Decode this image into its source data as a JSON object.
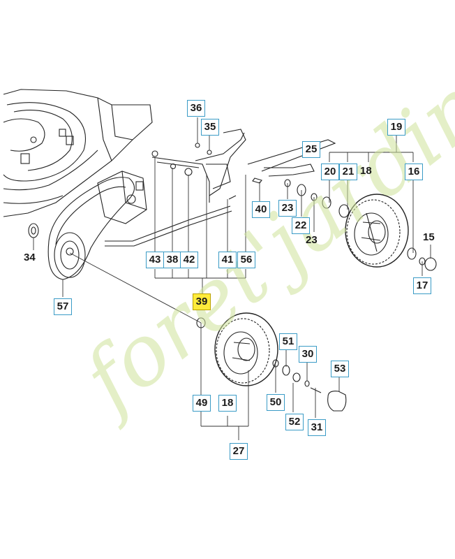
{
  "diagram": {
    "watermark": "foret'jardin.com",
    "colors": {
      "label_border": "#3a9bc6",
      "highlight": "#ffeb3b",
      "watermark": "#cfe39b"
    },
    "labels": {
      "l36": "36",
      "l35": "35",
      "l25": "25",
      "l19": "19",
      "l20": "20",
      "l21": "21",
      "l18a": "18",
      "l16": "16",
      "l40": "40",
      "l23a": "23",
      "l22": "22",
      "l23b": "23",
      "l15": "15",
      "l17": "17",
      "l34": "34",
      "l43": "43",
      "l38": "38",
      "l42": "42",
      "l41": "41",
      "l56": "56",
      "l57": "57",
      "l39": "39",
      "l51": "51",
      "l30": "30",
      "l53": "53",
      "l49": "49",
      "l18b": "18",
      "l50": "50",
      "l52": "52",
      "l31": "31",
      "l27": "27"
    }
  }
}
